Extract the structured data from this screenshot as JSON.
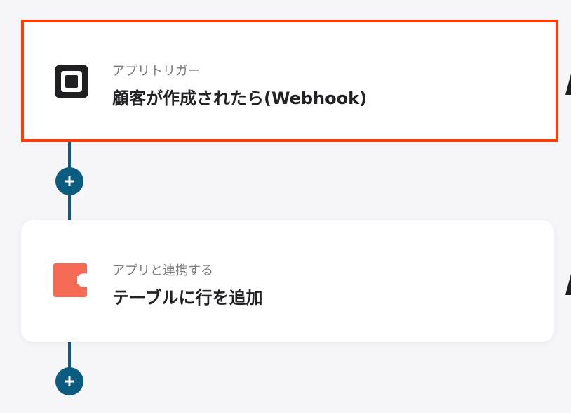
{
  "flow": {
    "trigger": {
      "category": "アプリトリガー",
      "title": "顧客が作成されたら(Webhook)",
      "icon": "square-app-icon",
      "highlight_color": "#ff3d0a"
    },
    "action": {
      "category": "アプリと連携する",
      "title": "テーブルに行を追加",
      "icon": "coda-app-icon",
      "icon_color": "#f46a54"
    },
    "connector_color": "#0c5c80",
    "add_step_icon": "plus-icon"
  }
}
